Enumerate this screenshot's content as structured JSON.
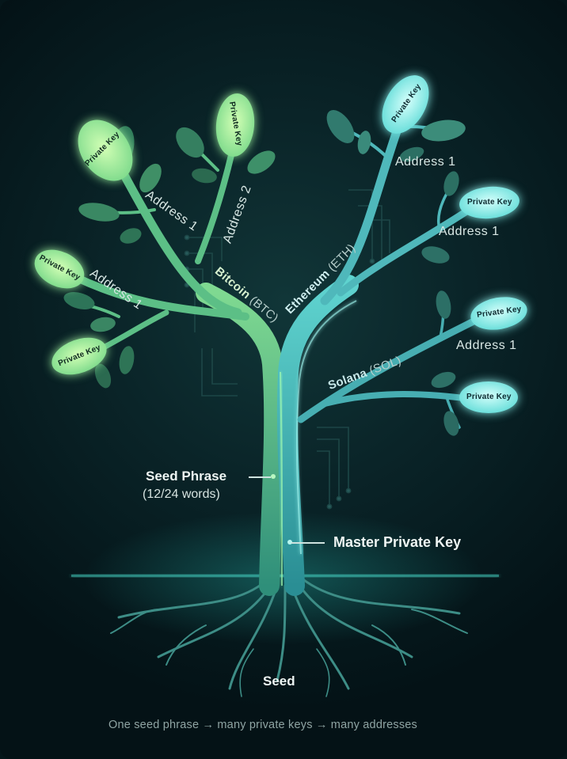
{
  "roots_label": "Seed",
  "trunk": {
    "seed_phrase": "Seed Phrase",
    "seed_phrase_words": "(12/24 words)",
    "master_key": "Master Private Key"
  },
  "chains": {
    "bitcoin": {
      "name": "Bitcoin",
      "ticker": "(BTC)"
    },
    "ethereum": {
      "name": "Ethereum",
      "ticker": "(ETH)"
    },
    "solana": {
      "name": "Solana",
      "ticker": "(SOL)"
    }
  },
  "addresses": {
    "btc_upper_1": "Address 1",
    "btc_upper_2": "Address 2",
    "btc_lower_1": "Address 1",
    "eth_upper_1": "Address 1",
    "eth_lower_1": "Address 1",
    "sol_1": "Address 1"
  },
  "leaves": {
    "btc_a": "Private Key",
    "btc_b": "Private Key",
    "btc_c": "Private Key",
    "btc_d": "Private Key",
    "eth_a": "Private Key",
    "eth_b": "Private Key",
    "sol_a": "Private Key",
    "sol_b": "Private Key"
  },
  "caption": "One seed phrase → many private keys → many addresses",
  "colors": {
    "green_leaf": "#9be89a",
    "cyan_leaf": "#8ef0ea",
    "trunk_green": "#6fcf8f",
    "trunk_cyan": "#4fc6c4",
    "background": "#0a2428"
  }
}
